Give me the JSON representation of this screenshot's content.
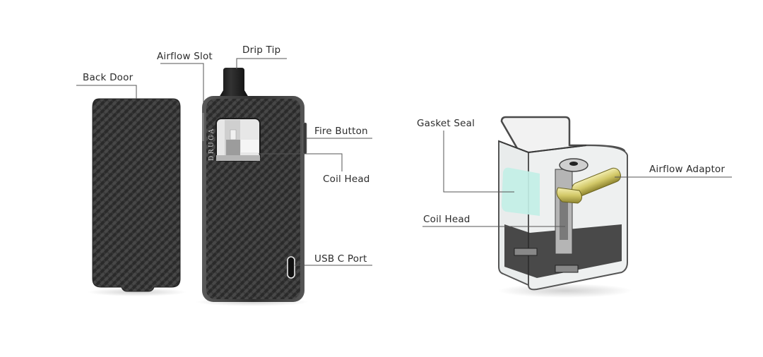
{
  "diagram": {
    "type": "product-exploded-callout",
    "subjects": [
      "pod device (front)",
      "back door",
      "pod cartridge (cutaway)"
    ],
    "brand_mark": "DRUGA",
    "colors": {
      "background": "#ffffff",
      "leader_line": "#555555",
      "label_text": "#2b2b2b",
      "carbon_dark": "#2a2a2a",
      "carbon_light": "#4a4a4a",
      "frame": "#3a3a3a",
      "gasket": "#bfeee6",
      "airflow_adaptor": "#d6cf7a"
    }
  },
  "labels": {
    "back_door": "Back Door",
    "airflow_slot": "Airflow Slot",
    "drip_tip": "Drip Tip",
    "fire_button": "Fire Button",
    "coil_head_left": "Coil Head",
    "usb_c_port": "USB C Port",
    "gasket_seal": "Gasket Seal",
    "coil_head_right": "Coil Head",
    "airflow_adaptor": "Airflow Adaptor"
  }
}
